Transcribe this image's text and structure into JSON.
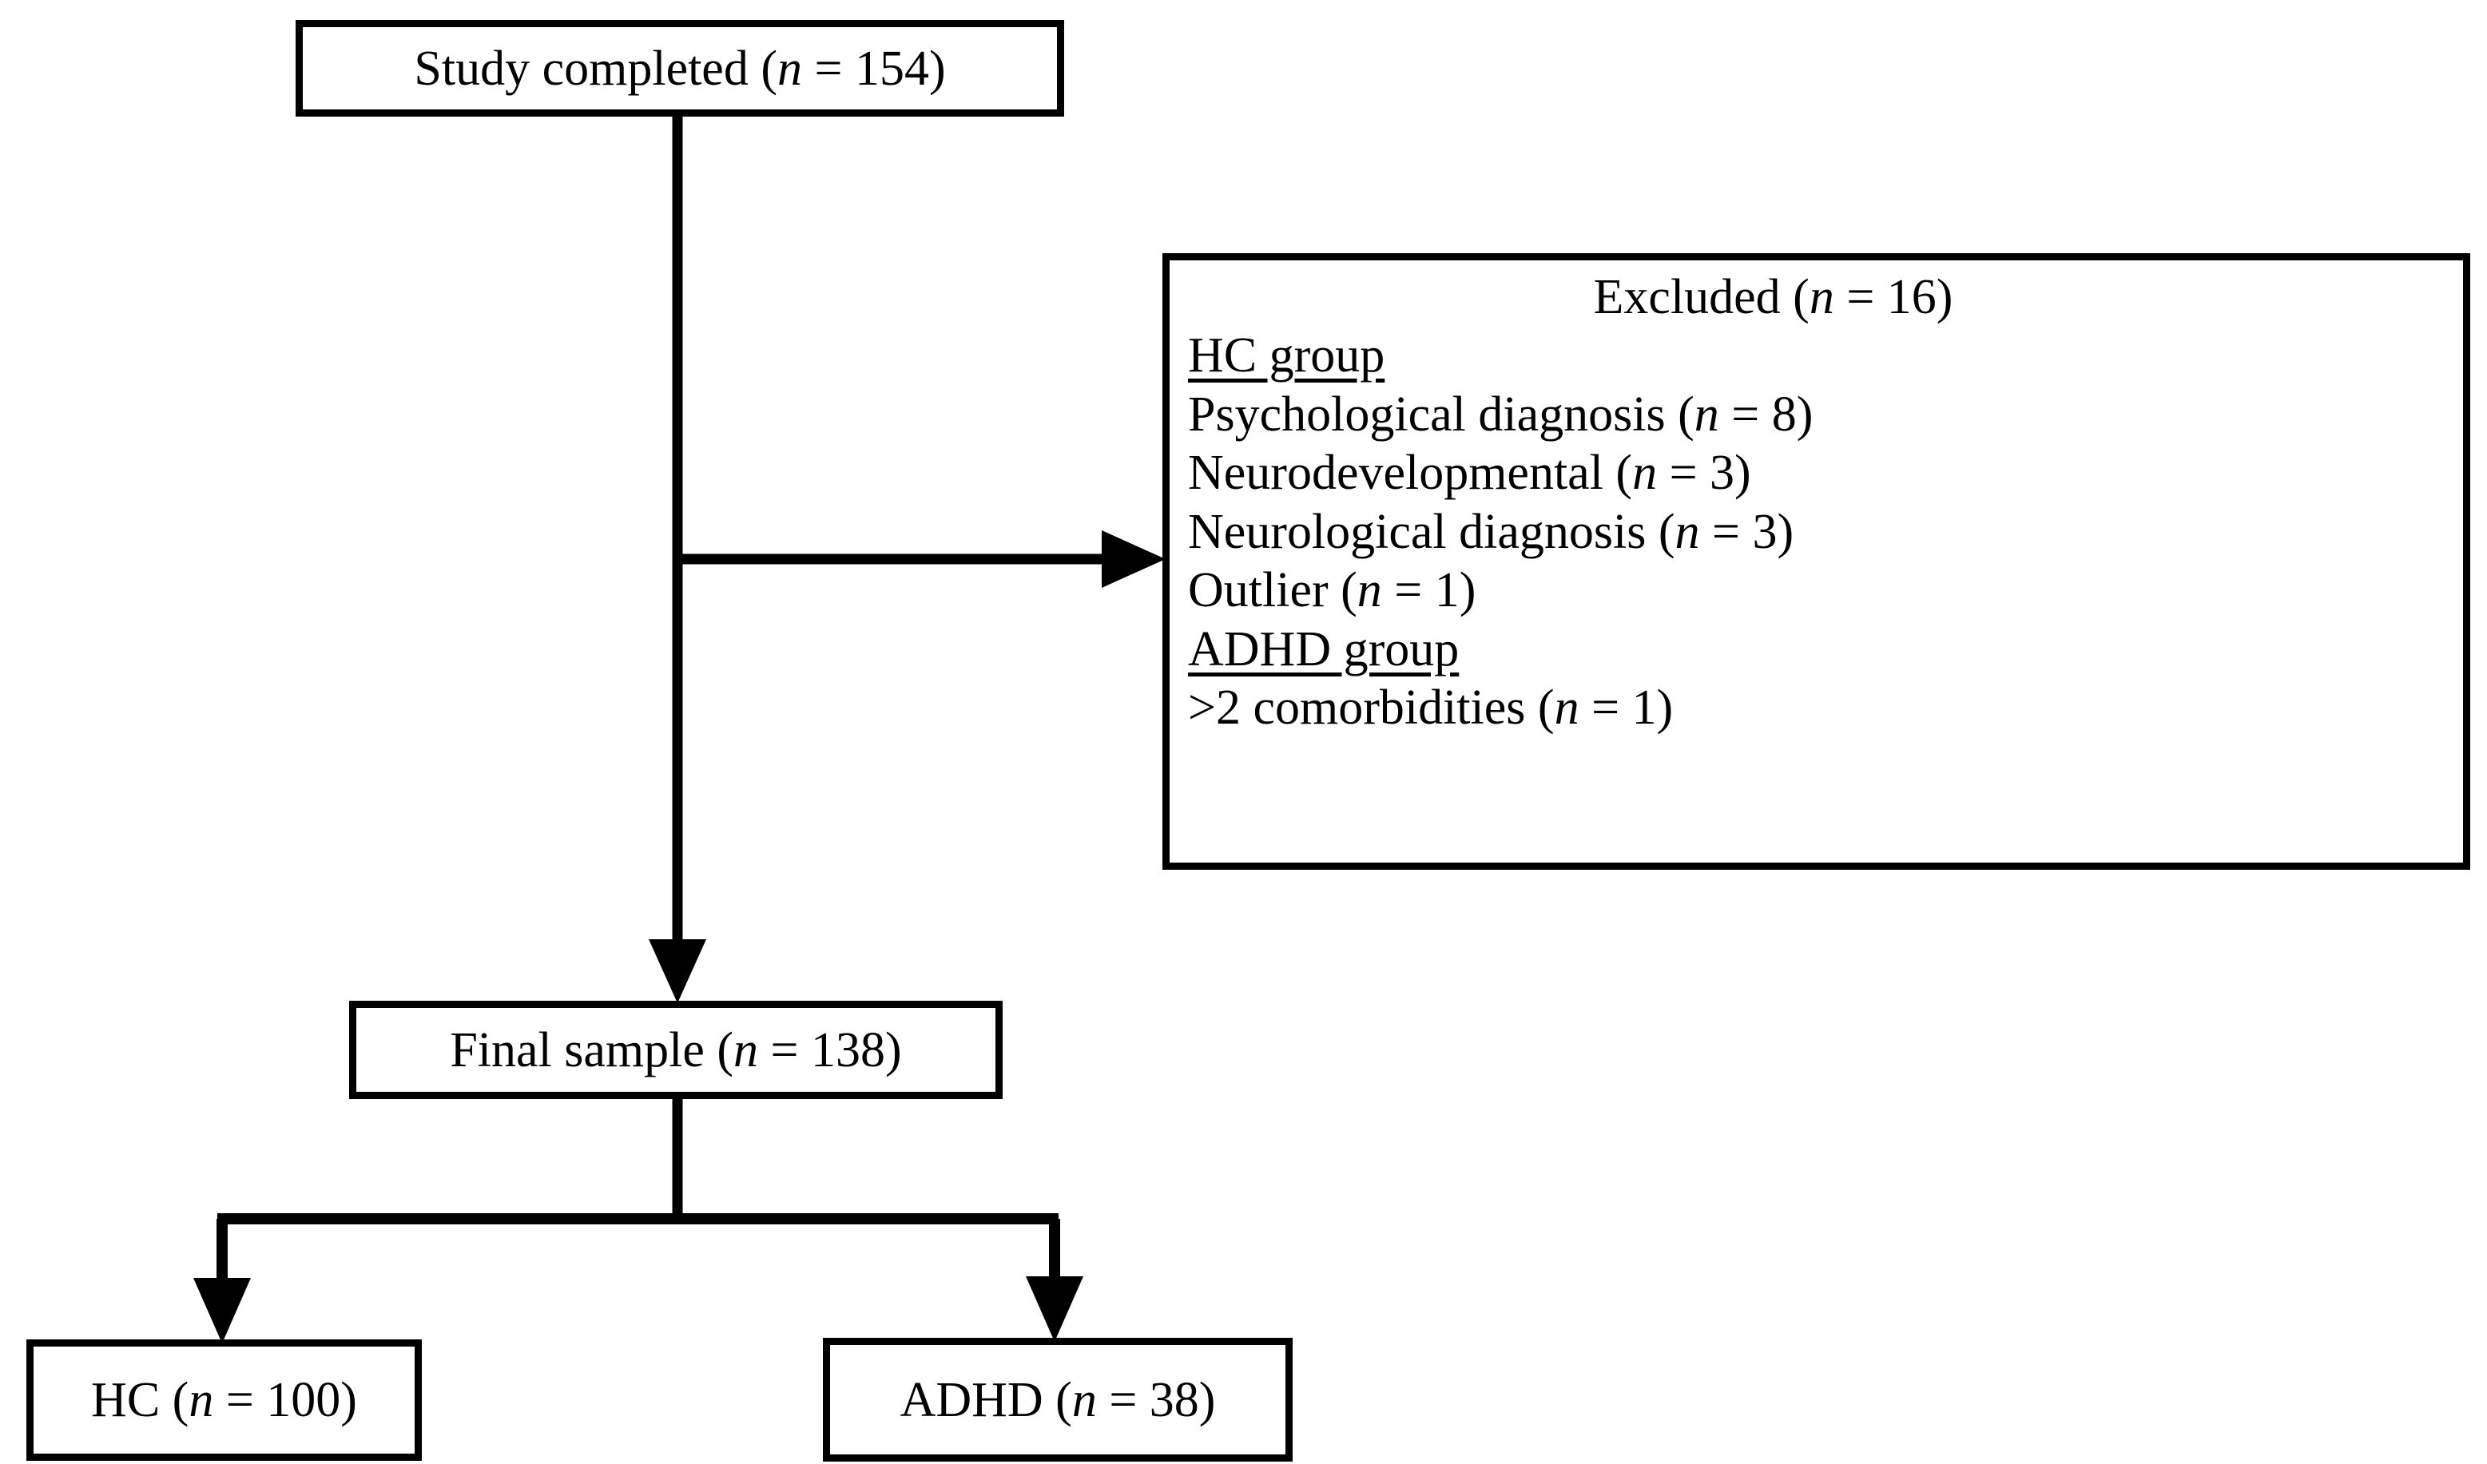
{
  "diagram": {
    "type": "participant-flow-diagram",
    "nodes": {
      "study_completed": {
        "label": "Study completed (n = 154)",
        "n": 154
      },
      "excluded": {
        "title": "Excluded (n = 16)",
        "n": 16,
        "groups": [
          {
            "heading": "HC group",
            "underlined": true,
            "reasons": [
              {
                "label": "Psychological diagnosis (n = 8)",
                "n": 8
              },
              {
                "label": "Neurodevelopmental (n = 3)",
                "n": 3
              },
              {
                "label": "Neurological diagnosis (n = 3)",
                "n": 3
              },
              {
                "label": "Outlier (n = 1)",
                "n": 1
              }
            ]
          },
          {
            "heading": "ADHD group",
            "underlined": true,
            "reasons": [
              {
                "label": ">2 comorbidities (n = 1)",
                "n": 1
              }
            ]
          }
        ]
      },
      "final_sample": {
        "label": "Final sample (n = 138)",
        "n": 138
      },
      "hc": {
        "label": "HC (n = 100)",
        "n": 100
      },
      "adhd": {
        "label": "ADHD (n = 38)",
        "n": 38
      }
    },
    "edges": [
      {
        "from": "study_completed",
        "to": "excluded",
        "arrow": true,
        "direction": "right"
      },
      {
        "from": "study_completed",
        "to": "final_sample",
        "arrow": true,
        "direction": "down"
      },
      {
        "from": "final_sample",
        "to": "hc",
        "arrow": true,
        "direction": "down-left"
      },
      {
        "from": "final_sample",
        "to": "adhd",
        "arrow": true,
        "direction": "down-right"
      }
    ],
    "colors": {
      "stroke": "#000000",
      "fill": "#ffffff",
      "text": "#000000"
    }
  }
}
